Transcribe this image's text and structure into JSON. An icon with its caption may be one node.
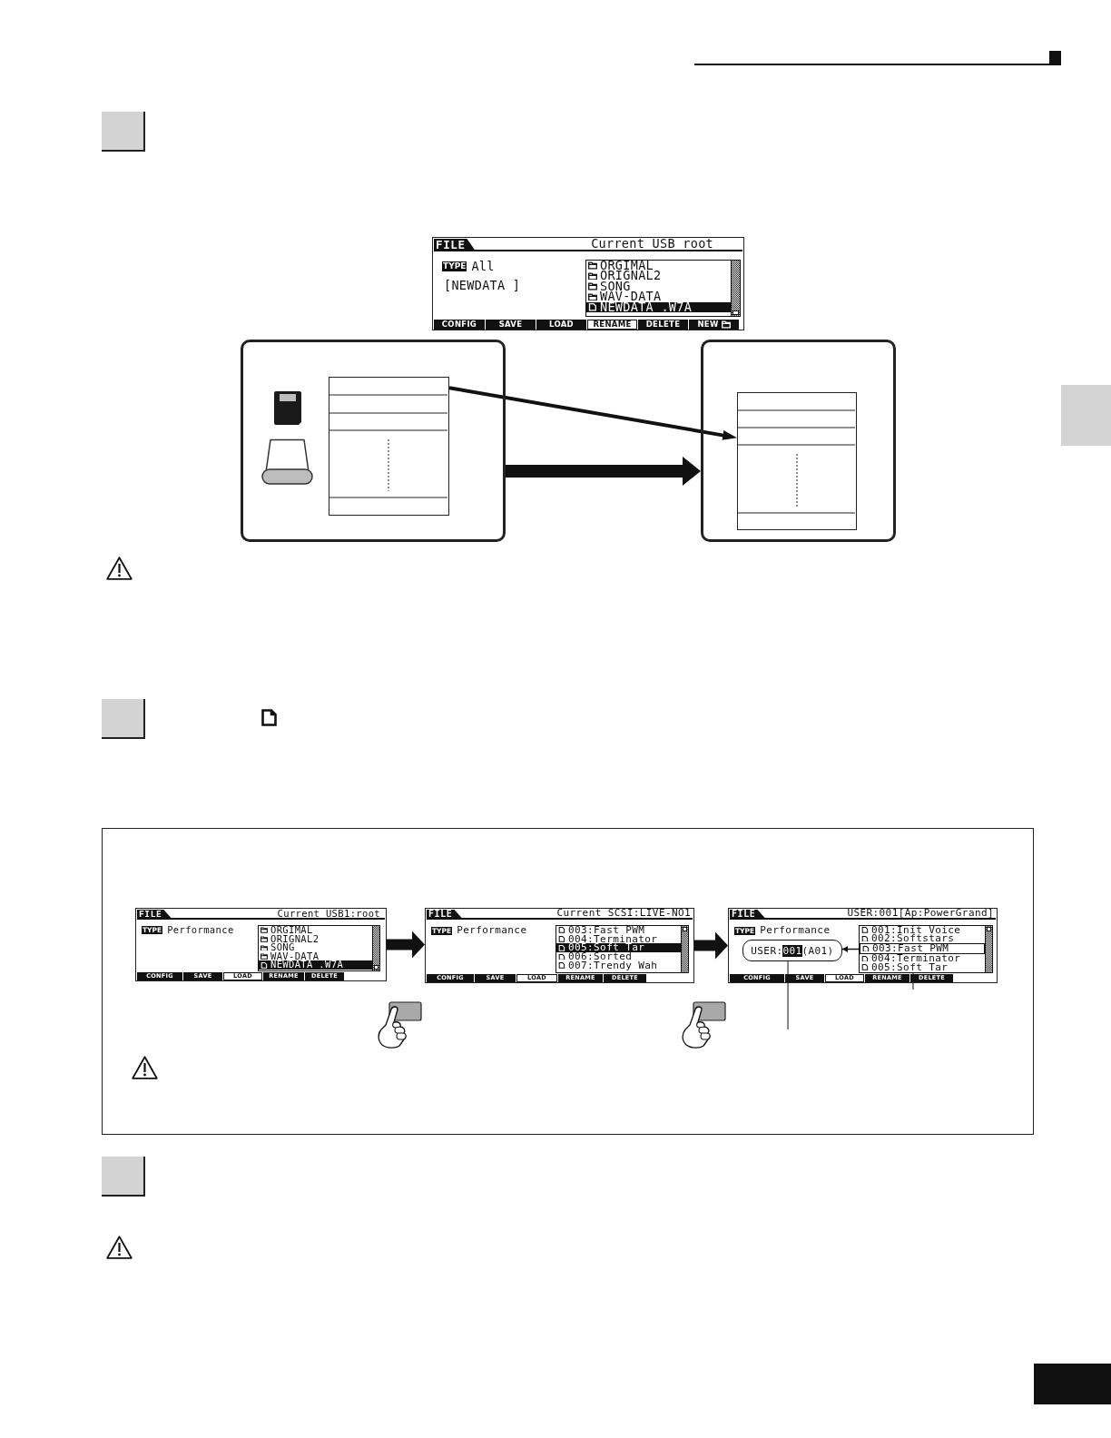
{
  "diagram": {
    "nodes": [
      {
        "text": [
          "FILE",
          "Current USB root",
          "TYPE",
          "All",
          "[NEWDATA ]",
          "CONFIG",
          "SAVE",
          "LOAD",
          "RENAME",
          "DELETE",
          "NEW"
        ]
      },
      {
        "text": [
          "ORGIMAL",
          "ORIGNAL2",
          "SONG",
          "WAV-DATA",
          "NEWDATA .W7A"
        ],
        "in": 0
      },
      {
        "text": [],
        "shape": "box"
      },
      {
        "text": [],
        "shape": "box",
        "in": 2
      },
      {
        "text": [],
        "shape": "box"
      },
      {
        "text": [],
        "shape": "box",
        "in": 4
      },
      {
        "text": [],
        "shape": "box"
      },
      {
        "text": [
          "FILE",
          "Current USB1:root",
          "TYPE",
          "Performance",
          "CONFIG",
          "SAVE",
          "LOAD",
          "RENAME",
          "DELETE"
        ],
        "in": 6
      },
      {
        "text": [
          "ORGIMAL",
          "ORIGNAL2",
          "SONG",
          "WAV-DATA",
          "NEWDATA .W7A"
        ],
        "in": 7
      },
      {
        "text": [
          "FILE",
          "Current SCSI:LIVE-NO1",
          "TYPE",
          "Performance",
          "CONFIG",
          "SAVE",
          "LOAD",
          "RENAME",
          "DELETE"
        ],
        "in": 6
      },
      {
        "text": [
          "003:Fast PWM",
          "004:Terminator",
          "005:Soft Tar",
          "006:Sorted",
          "007:Trendy Wah"
        ],
        "in": 9
      },
      {
        "text": [
          "FILE",
          "USER:001[Ap:PowerGrand]",
          "TYPE",
          "Performance",
          "CONFIG",
          "SAVE",
          "LOAD",
          "RENAME",
          "DELETE"
        ],
        "in": 6
      },
      {
        "text": [
          "USER:",
          "001",
          "(A01)"
        ],
        "in": 11
      },
      {
        "text": [
          "001:Init Voice",
          "002:Softstars",
          "003:Fast PWM",
          "004:Terminator",
          "005:Soft Tar"
        ],
        "in": 11
      }
    ],
    "edges": [
      {
        "from": 2,
        "to": 4,
        "arrow": "to",
        "style": "thick"
      },
      {
        "from": 3,
        "to": 5,
        "arrow": "to"
      },
      {
        "from": 7,
        "to": 9,
        "arrow": "to",
        "style": "thick"
      },
      {
        "from": 9,
        "to": 11,
        "arrow": "to",
        "style": "thick"
      },
      {
        "from": 13,
        "to": 12,
        "arrow": "to"
      },
      {
        "from": 12,
        "to": null,
        "arrow": "none"
      },
      {
        "from": 13,
        "to": null,
        "arrow": "none"
      }
    ]
  }
}
